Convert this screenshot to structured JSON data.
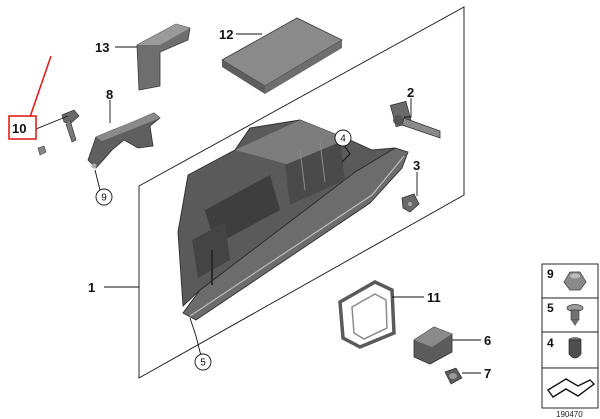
{
  "callouts": {
    "c1": "1",
    "c2": "2",
    "c3": "3",
    "c4": "4",
    "c5": "5",
    "c6": "6",
    "c7": "7",
    "c8": "8",
    "c9": "9",
    "c10": "10",
    "c11": "11",
    "c12": "12",
    "c13": "13"
  },
  "legend": [
    {
      "label": "9"
    },
    {
      "label": "5"
    },
    {
      "label": "4"
    }
  ],
  "doc_id": "190470",
  "colors": {
    "highlight": "#e0201c",
    "part_dark": "#4a4a4a",
    "part_mid": "#7a7a7a",
    "part_light": "#a8a8a8",
    "line": "#111111"
  }
}
